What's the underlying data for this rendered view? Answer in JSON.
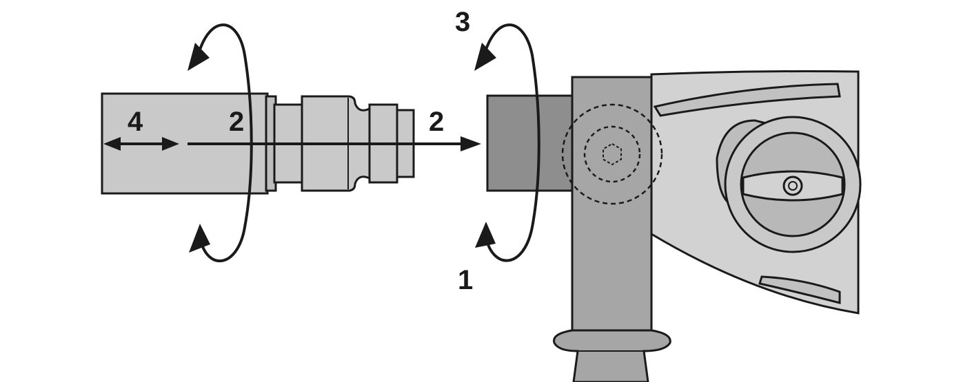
{
  "labels": {
    "step_1": "1",
    "step_2_left": "2",
    "step_2_right": "2",
    "step_3": "3",
    "step_4": "4"
  },
  "colors": {
    "outline": "#1a1a1a",
    "light_gray": "#c9c9c9",
    "mid_gray": "#a6a6a6",
    "dark_gray": "#8e8e8e",
    "body_gray": "#d2d2d2"
  },
  "icons": {
    "rotation_left": "circular-arrow-icon",
    "rotation_right": "circular-arrow-icon",
    "insert_direction": "arrow-right-icon",
    "slide_direction": "double-arrow-icon"
  }
}
